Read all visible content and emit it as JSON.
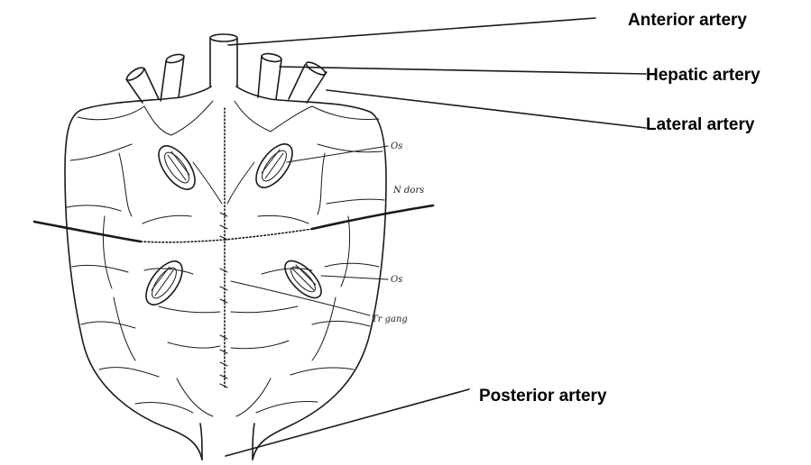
{
  "labels": {
    "anterior": "Anterior artery",
    "hepatic": "Hepatic artery",
    "lateral": "Lateral artery",
    "posterior": "Posterior artery"
  },
  "handwritten": {
    "os_upper": "Os",
    "n_dors": "N dors",
    "os_lower": "Os",
    "tr_gang": "Tr gang"
  },
  "colors": {
    "ink": "#1a1a1a",
    "background": "#ffffff"
  }
}
